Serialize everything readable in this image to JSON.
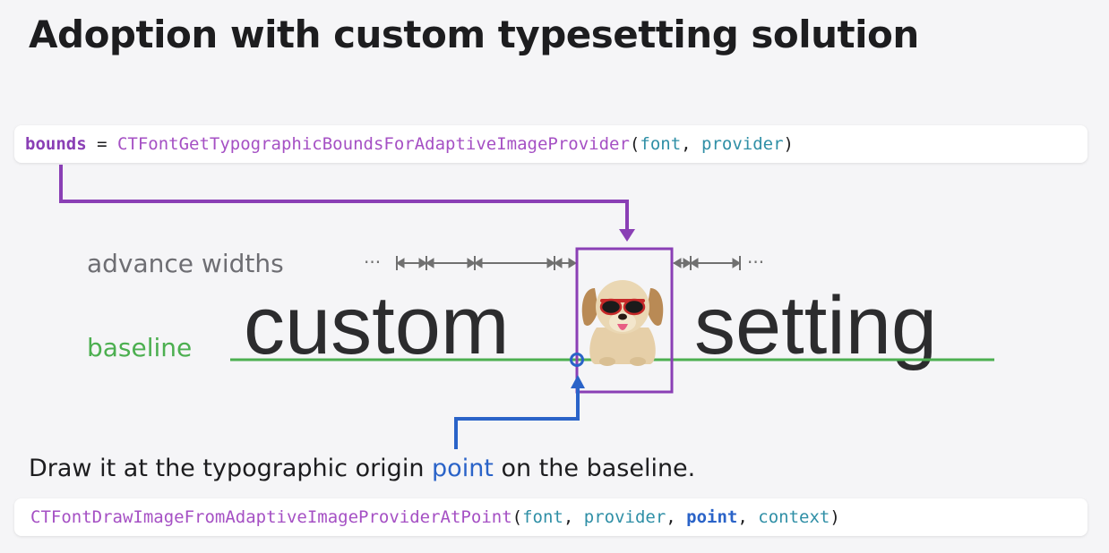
{
  "slide": {
    "title": "Adoption with custom typesetting solution"
  },
  "code_top": {
    "var": "bounds",
    "op": " = ",
    "fn": "CTFontGetTypographicBoundsForAdaptiveImageProvider",
    "open": "(",
    "arg1": "font",
    "sep1": ", ",
    "arg2": "provider",
    "close": ")"
  },
  "diagram": {
    "advance_label": "advance widths",
    "baseline_label": "baseline",
    "word_left": "custom",
    "word_right": "setting",
    "ellipsis_left": "···",
    "ellipsis_right": "···",
    "image_icon": "puppy-with-sunglasses-icon",
    "colors": {
      "bounds": "#8a3fb5",
      "baseline": "#4caf50",
      "origin": "#2a63c8",
      "advance": "#707070"
    }
  },
  "caption": {
    "before": "Draw it at the typographic origin ",
    "highlight": "point",
    "after": " on the baseline."
  },
  "code_bottom": {
    "fn": "CTFontDrawImageFromAdaptiveImageProviderAtPoint",
    "open": "(",
    "arg1": "font",
    "sep1": ", ",
    "arg2": "provider",
    "sep2": ", ",
    "arg3": "point",
    "sep3": ", ",
    "arg4": "context",
    "close": ")"
  }
}
